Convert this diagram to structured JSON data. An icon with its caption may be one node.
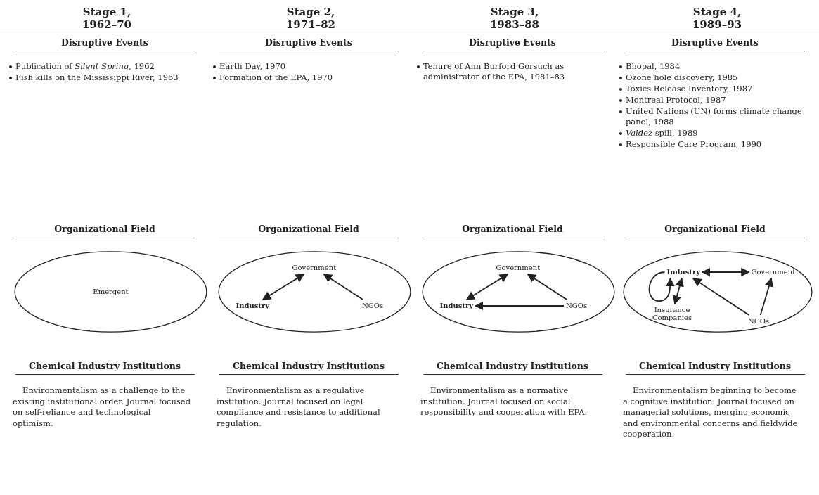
{
  "diagram": {
    "nodes": [
      {
        "text": [
          "Emergent"
        ]
      },
      {
        "text": [],
        "shape": "ellipse"
      },
      {
        "text": [
          "Government"
        ],
        "in": 1
      },
      {
        "text": [
          "Industry"
        ],
        "in": 1
      },
      {
        "text": [
          "NGOs"
        ],
        "in": 1
      },
      {
        "text": [],
        "shape": "ellipse"
      },
      {
        "text": [
          "Government"
        ],
        "in": 5
      },
      {
        "text": [
          "Industry"
        ],
        "in": 5
      },
      {
        "text": [
          "NGOs"
        ],
        "in": 5
      },
      {
        "text": [],
        "shape": "ellipse"
      },
      {
        "text": [
          "Industry"
        ],
        "in": 9
      },
      {
        "text": [
          "Government"
        ],
        "in": 9
      },
      {
        "text": [
          "Insurance Companies"
        ],
        "in": 9
      },
      {
        "text": [
          "NGOs"
        ],
        "in": 9
      }
    ],
    "edges": [
      {
        "from": 3,
        "to": 2,
        "arrow": "both"
      },
      {
        "from": 4,
        "to": 2,
        "arrow": "to"
      },
      {
        "from": 7,
        "to": 6,
        "arrow": "both"
      },
      {
        "from": 8,
        "to": 6,
        "arrow": "to"
      },
      {
        "from": 8,
        "to": 7,
        "arrow": "to"
      },
      {
        "from": 10,
        "to": 10,
        "arrow": "to"
      },
      {
        "from": 10,
        "to": 11,
        "arrow": "both"
      },
      {
        "from": 10,
        "to": 12,
        "arrow": "both"
      },
      {
        "from": 13,
        "to": 10,
        "arrow": "to"
      },
      {
        "from": 13,
        "to": 11,
        "arrow": "to"
      }
    ],
    "labels": [
      "Stage 1, 1962–70",
      "Stage 2, 1971–82",
      "Stage 3, 1983–88",
      "Stage 4, 1989–93",
      "Disruptive Events",
      "Disruptive Events",
      "Disruptive Events",
      "Disruptive Events",
      "Publication of *Silent Spring*, 1962",
      "Fish kills on the Mississippi River, 1963",
      "Earth Day, 1970",
      "Formation of the EPA, 1970",
      "Tenure of Ann Burford Gorsuch as administrator of the EPA, 1981–83",
      "Bhopal, 1984",
      "Ozone hole discovery, 1985",
      "Toxics Release Inventory, 1987",
      "Montreal Protocol, 1987",
      "United Nations (UN) forms climate change panel, 1988",
      "*Valdez* spill, 1989",
      "Responsible Care Program, 1990",
      "Organizational Field",
      "Organizational Field",
      "Organizational Field",
      "Organizational Field",
      "Chemical Industry Institutions",
      "Chemical Industry Institutions",
      "Chemical Industry Institutions",
      "Chemical Industry Institutions",
      "Environmentalism as a challenge to the existing institutional order. Journal focused on self-reliance and technological optimism.",
      "Environmentalism as a regulative institution. Journal focused on legal compliance and resistance to additional regulation.",
      "Environmentalism as a normative institution. Journal focused on social responsibility and cooperation with EPA.",
      "Environmentalism beginning to become a cognitive institution. Journal focused on managerial solutions, merging economic and environmental concerns and fieldwide cooperation."
    ]
  }
}
